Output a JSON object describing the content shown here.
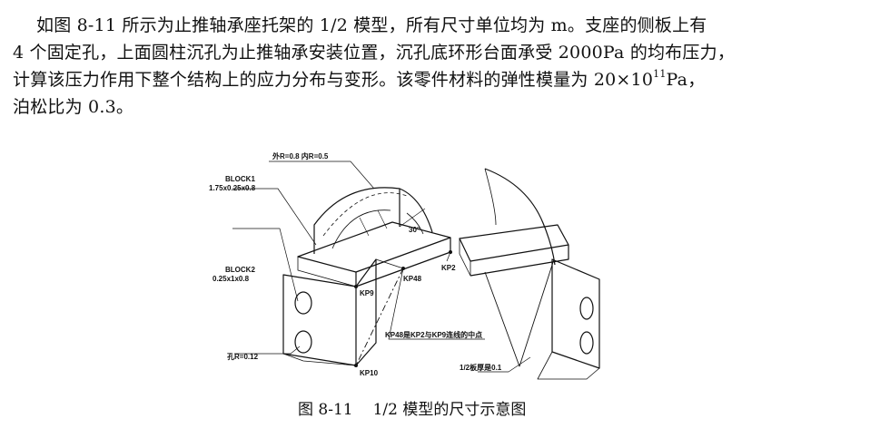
{
  "paragraph": {
    "line1": "如图 8-11 所示为止推轴承座托架的 1/2 模型，所有尺寸单位均为 m。支座的侧板上有",
    "line2": "4 个固定孔，上面圆柱沉孔为止推轴承安装位置，沉孔底环形台面承受 2000Pa 的均布压力，",
    "line3": "计算该压力作用下整个结构上的应力分布与变形。该零件材料的弹性模量为  20×10",
    "line3_exp": "11",
    "line3_tail": "Pa，",
    "line4": "泊松比为 0.3。"
  },
  "figure": {
    "labels": {
      "radii": "外R=0.8  内R=0.5",
      "block1_name": "BLOCK1",
      "block1_dims": "1.75x0.25x0.8",
      "block2_name": "BLOCK2",
      "block2_dims": "0.25x1x0.8",
      "angle": "30°",
      "kp2": "KP2",
      "kp48": "KP48",
      "kp9": "KP9",
      "kp10": "KP10",
      "hole": "孔R=0.12",
      "kp48_note": "KP48是KP2与KP9连线的中点",
      "thickness": "1/2板厚是0.1"
    }
  },
  "caption": {
    "number": "图 8-11",
    "title": "1/2 模型的尺寸示意图"
  }
}
